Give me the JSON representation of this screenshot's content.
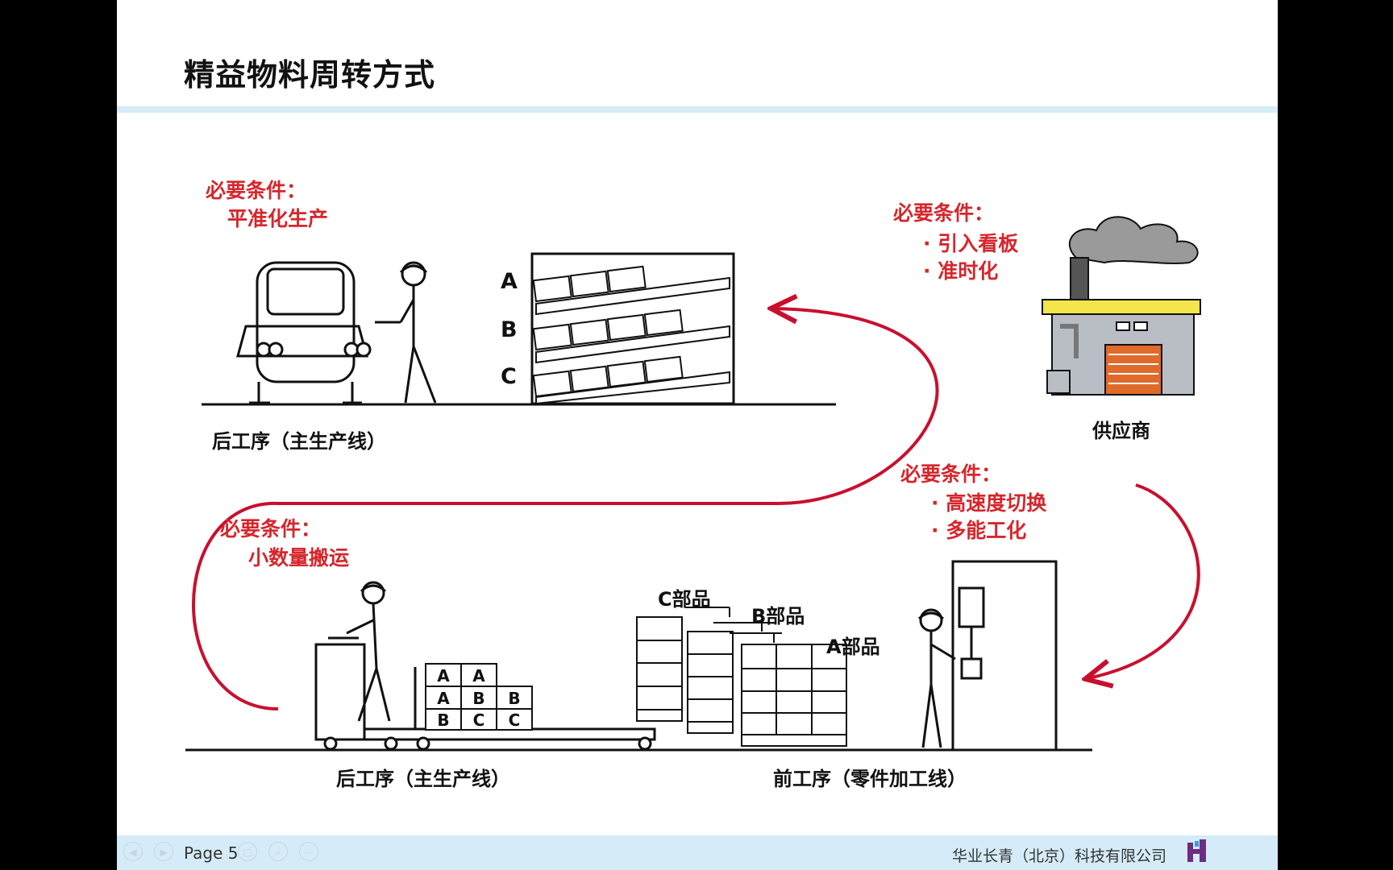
{
  "slide": {
    "title": "精益物料周转方式",
    "top_left_conditions": {
      "heading": "必要条件：",
      "item": "平准化生产"
    },
    "top_right_conditions": {
      "heading": "必要条件：",
      "items": [
        "· 引入看板",
        "· 准时化"
      ]
    },
    "mid_right_conditions": {
      "heading": "必要条件：",
      "items": [
        "· 高速度切换",
        "· 多能工化"
      ]
    },
    "bottom_left_conditions": {
      "heading": "必要条件：",
      "item": "小数量搬运"
    },
    "rack_labels": [
      "A",
      "B",
      "C"
    ],
    "top_process_label": "后工序（主生产线）",
    "supplier_label": "供应商",
    "bottom_left_process_label": "后工序（主生产线）",
    "bottom_right_process_label": "前工序（零件加工线）",
    "parts_labels": [
      "C部品",
      "B部品",
      "A部品"
    ],
    "cart_box_letters": [
      [
        "A",
        "A"
      ],
      [
        "A",
        "B",
        "B"
      ],
      [
        "B",
        "C",
        "C"
      ]
    ]
  },
  "bottom_bar": {
    "page_label": "Page 5",
    "company": "华业长青（北京）科技有限公司",
    "nav_icons": [
      "prev-icon",
      "next-icon",
      "copy-icon",
      "zoom-icon",
      "more-icon"
    ]
  },
  "colors": {
    "accent_red": "#d6262c",
    "bar_blue": "#d5ecf8",
    "rule_blue": "#d6ecf7"
  }
}
